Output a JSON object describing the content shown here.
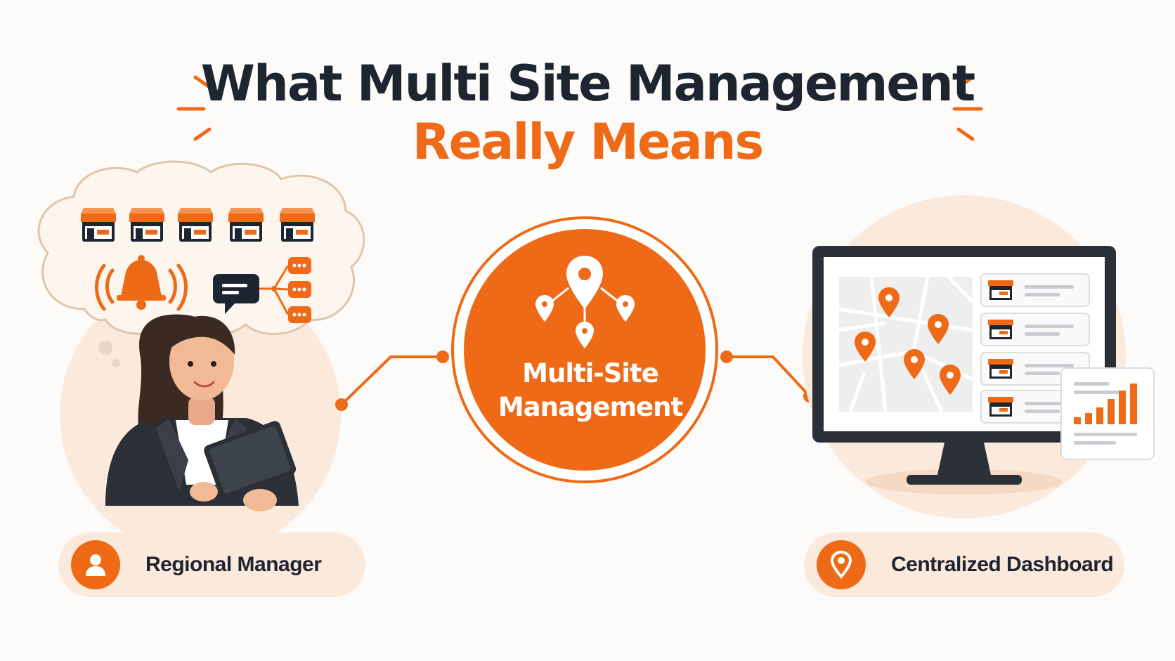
{
  "title": {
    "line1": "What Multi Site Management",
    "line2": "Really Means"
  },
  "center": {
    "label_line1": "Multi-Site",
    "label_line2": "Management",
    "icon": "map-pin-network-icon"
  },
  "left": {
    "label": "Regional Manager",
    "icon": "person-icon"
  },
  "right": {
    "label": "Centralized Dashboard",
    "icon": "location-pin-icon"
  },
  "colors": {
    "accent": "#ee6a17",
    "dark": "#1c2530",
    "soft": "#fbe9dc",
    "background": "#fdfbf9"
  }
}
